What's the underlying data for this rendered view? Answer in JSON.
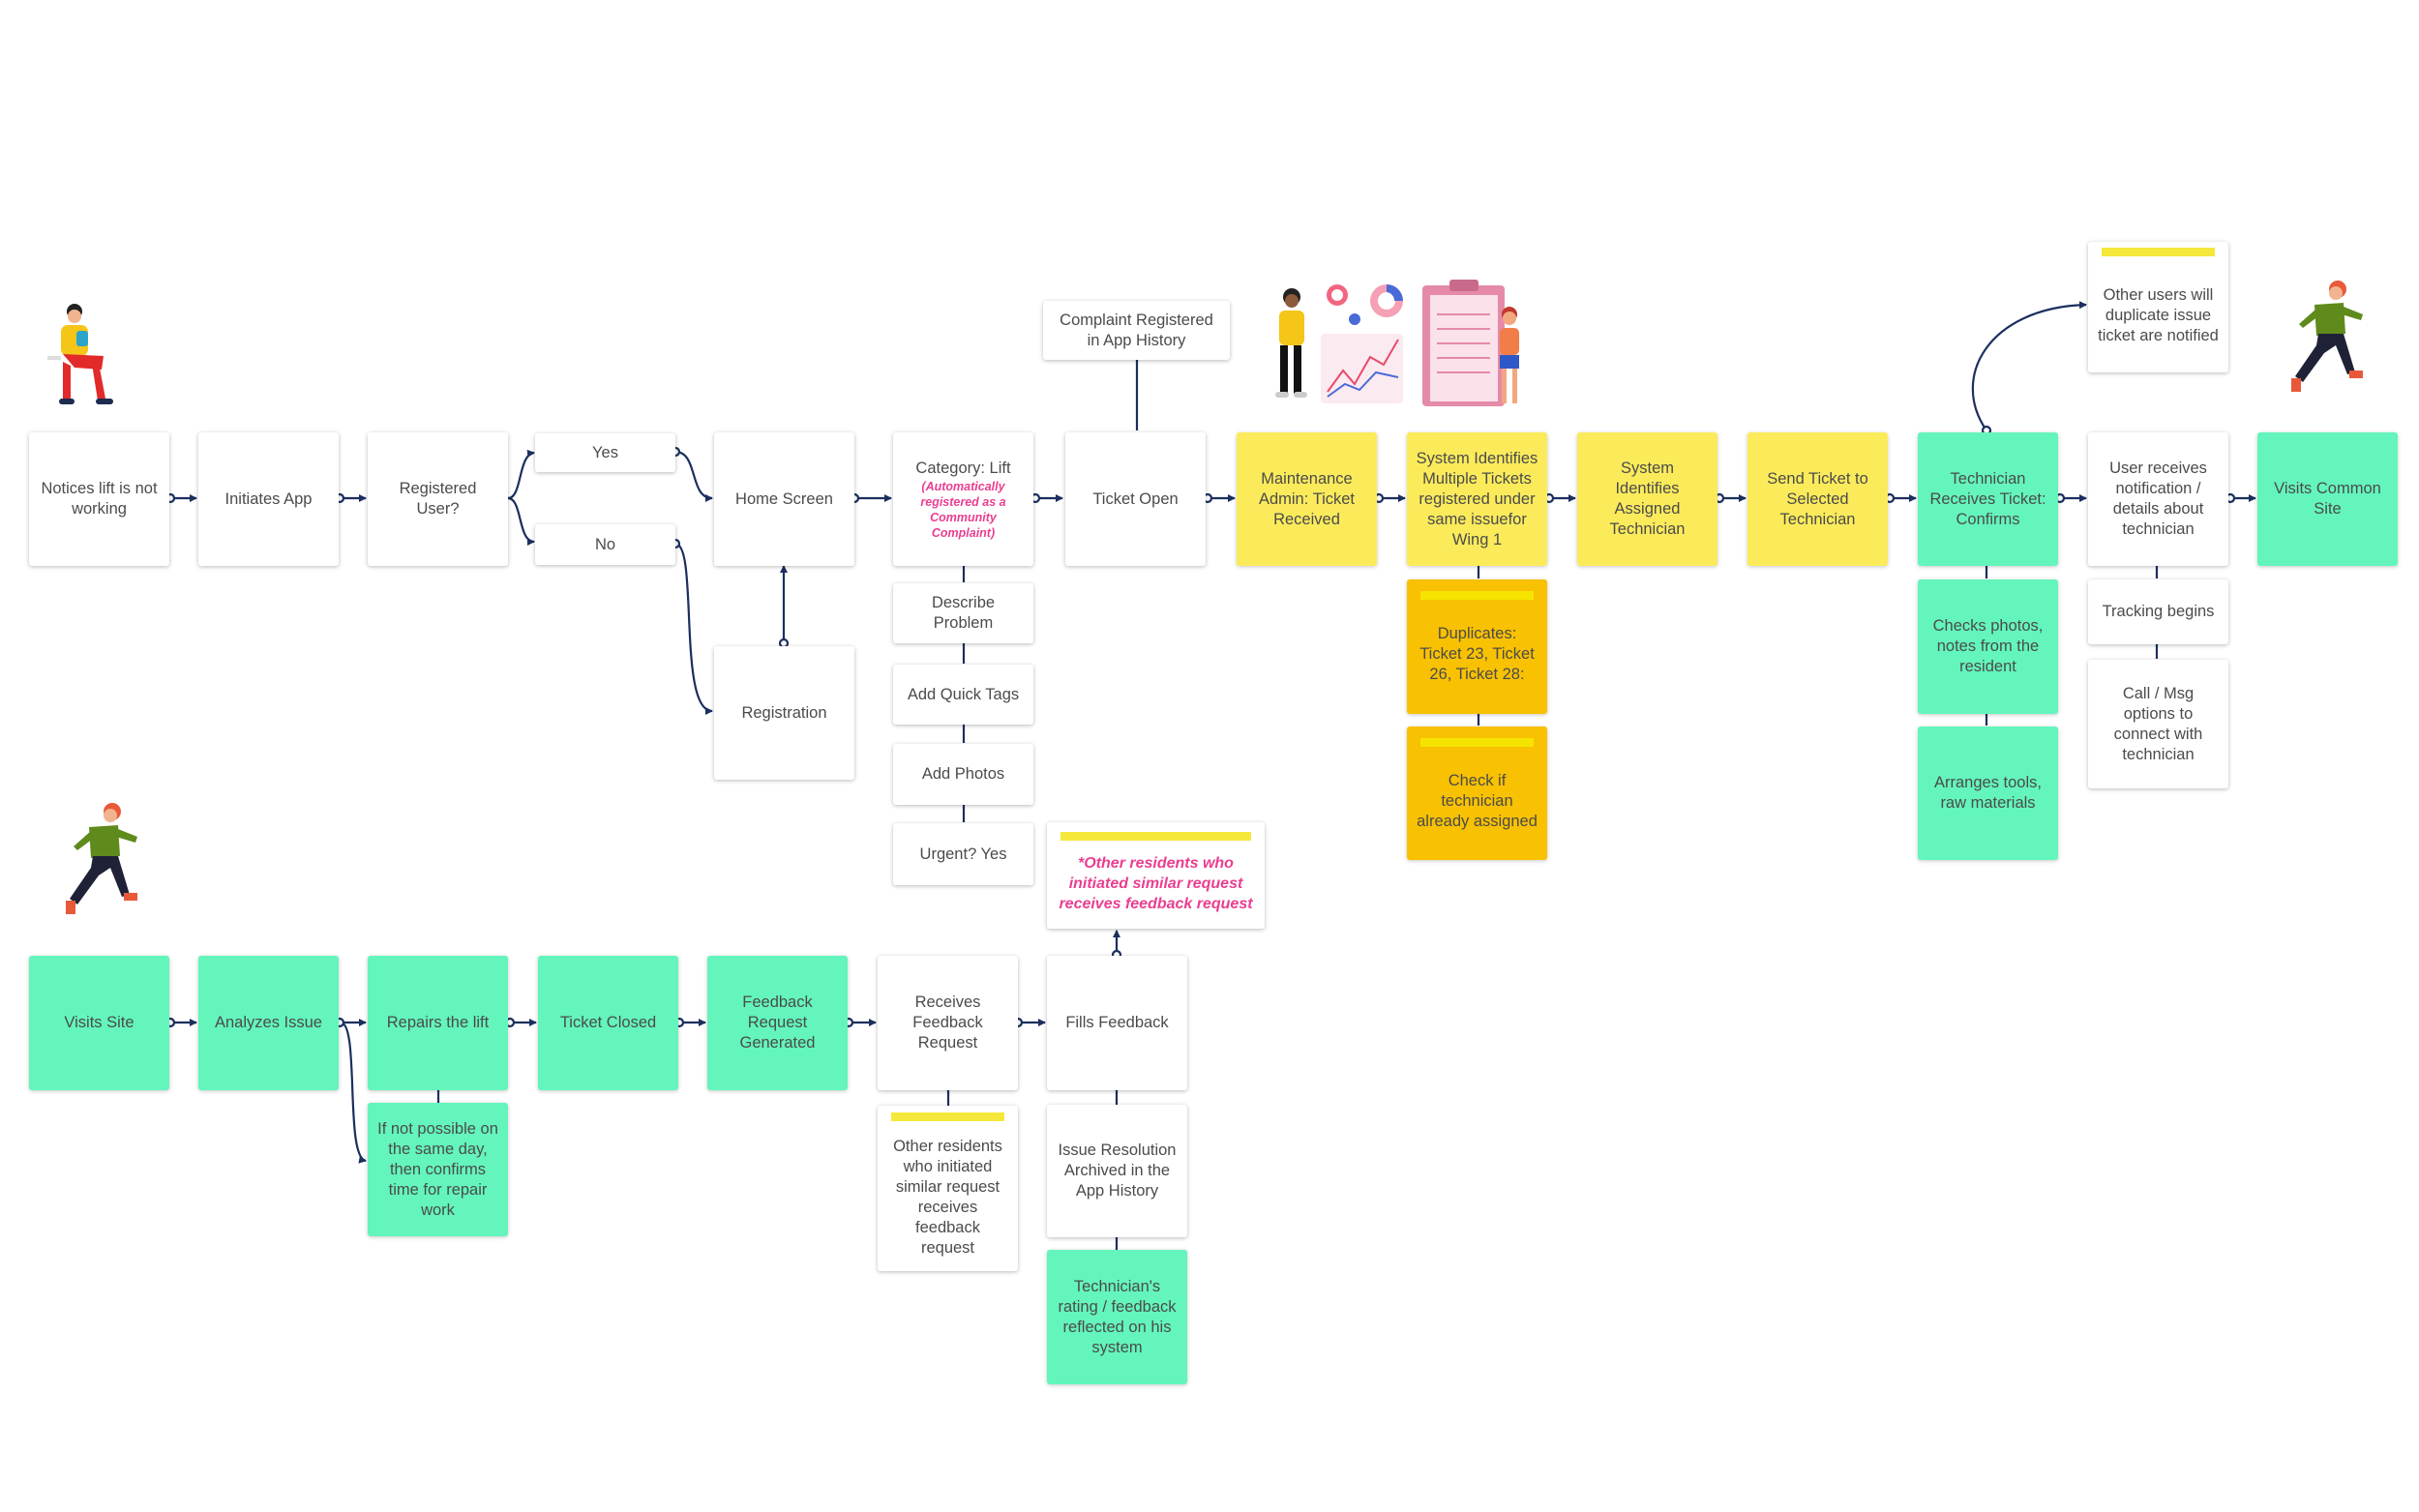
{
  "colors": {
    "connector": "#1b2f5e",
    "white_card": "#ffffff",
    "yellow_card": "#fbeb5b",
    "orange_card": "#f8c102",
    "green_card": "#63f5bc",
    "highlight_bar": "#f5e83b",
    "annotation_pink": "#ea3e90"
  },
  "icons": [
    "person-sitting-icon",
    "analytics-team-illustration-icon",
    "person-running-icon"
  ],
  "flow_top": {
    "notices": "Notices lift is not working",
    "initiates": "Initiates App",
    "registered": "Registered User?",
    "yes": "Yes",
    "no": "No",
    "home": "Home Screen",
    "registration": "Registration",
    "category": "Category: Lift",
    "category_note": "(Automatically registered as a Community Complaint)",
    "describe": "Describe Problem",
    "tags": "Add Quick Tags",
    "photos": "Add Photos",
    "urgent": "Urgent? Yes",
    "ticket_open": "Ticket Open",
    "complaint_registered": "Complaint Registered in App History",
    "maintenance": "Maintenance Admin: Ticket Received",
    "sys_multiple": "System Identifies Multiple Tickets registered under same issuefor Wing 1",
    "duplicates": "Duplicates: Ticket 23, Ticket 26, Ticket 28:",
    "check_tech": "Check if technician already assigned",
    "sys_assigned": "System Identifies Assigned Technician",
    "send_ticket": "Send Ticket to Selected Technician",
    "tech_receives": "Technician Receives Ticket: Confirms",
    "checks_photos": "Checks photos, notes from the resident",
    "arranges": "Arranges tools, raw materials",
    "other_users": "Other users will duplicate issue ticket are notified",
    "user_receives": "User receives notification / details about technician",
    "tracking": "Tracking begins",
    "call_msg": "Call / Msg options to connect with technician",
    "visits_common": "Visits Common Site"
  },
  "flow_bottom": {
    "visits_site": "Visits Site",
    "analyzes": "Analyzes Issue",
    "repairs": "Repairs the lift",
    "not_possible": "If not possible on the same day, then confirms time for repair work",
    "ticket_closed": "Ticket Closed",
    "feedback_generated": "Feedback Request Generated",
    "receives_feedback": "Receives Feedback Request",
    "other_residents_note": "Other residents who initiated similar request receives feedback request",
    "fills_feedback": "Fills Feedback",
    "pink_note": "*Other residents who initiated similar request receives feedback request",
    "archived": "Issue Resolution Archived in the App History",
    "tech_rating": "Technician's rating / feedback reflected on his system"
  }
}
